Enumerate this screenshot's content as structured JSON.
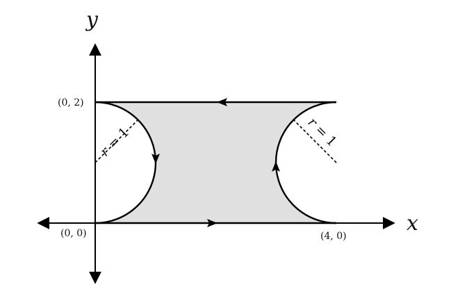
{
  "axes": {
    "x_label": "x",
    "y_label": "y"
  },
  "points": {
    "origin": "(0, 0)",
    "top_left": "(0, 2)",
    "bottom_right": "(4, 0)"
  },
  "radius_labels": {
    "left": {
      "var": "r",
      "eq": " = 1"
    },
    "right": {
      "var": "r",
      "eq": " = 1"
    }
  },
  "colors": {
    "region_fill": "#e0e0e0",
    "stroke": "#000000"
  }
}
